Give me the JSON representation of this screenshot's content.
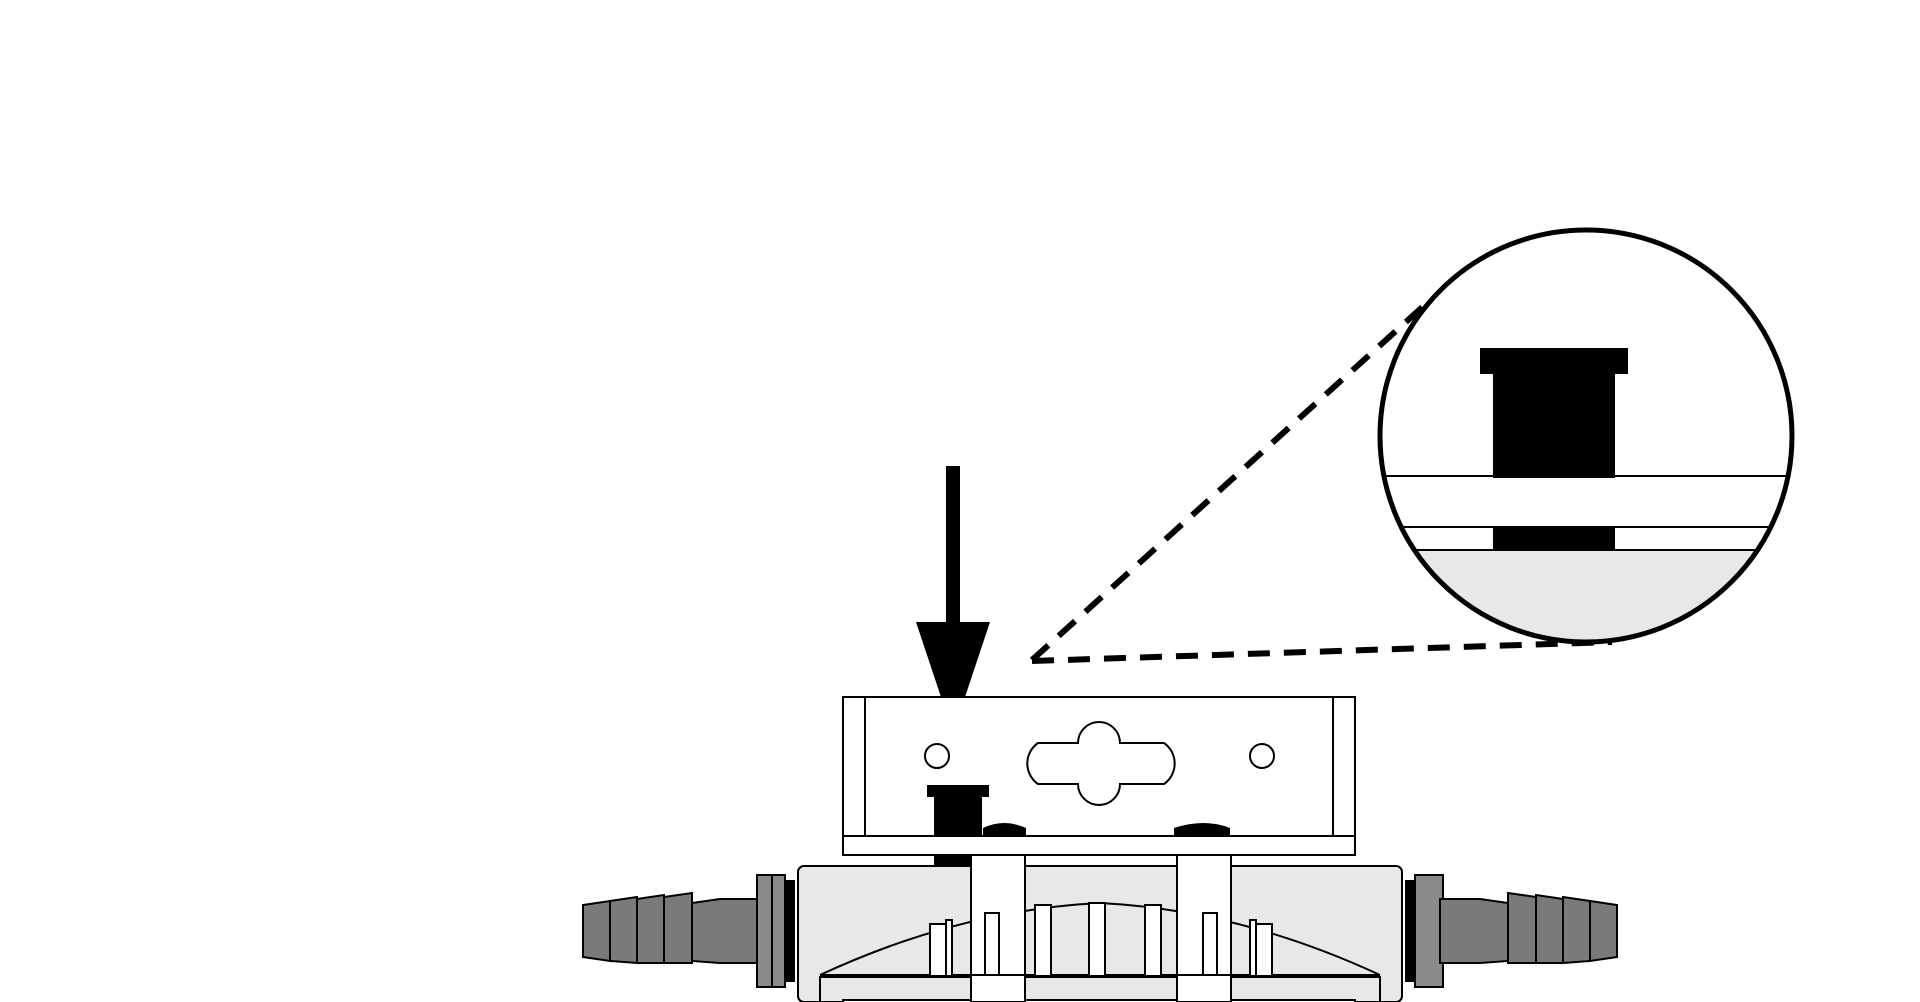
{
  "figure": {
    "description_free": true,
    "colors": {
      "line": "#000000",
      "body_fill": "#e8e8e8",
      "barb_fill": "#7a7a7a",
      "nut_fill": "#8a8a8a",
      "background": "#ffffff"
    },
    "parts": {
      "arrow": "down-arrow",
      "bracket": "mounting-bracket",
      "callout": "magnified-detail",
      "flow_body": "flow-sensor-body",
      "left_fitting": "left-hose-barb",
      "right_fitting": "right-hose-barb"
    }
  }
}
